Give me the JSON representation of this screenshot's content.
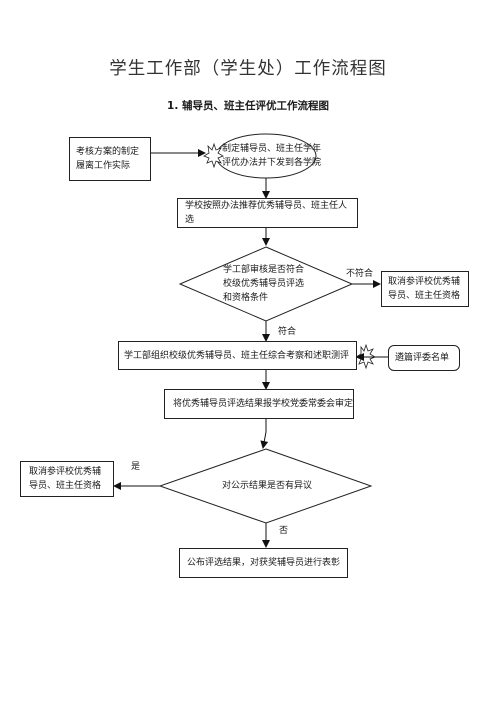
{
  "title": "学生工作部（学生处）工作流程图",
  "subtitle": "1.  辅导员、班主任评优工作流程图",
  "nodes": {
    "assess_plan": "考核方案的制定\n履离工作实际",
    "draft_method": "制定辅导员、班主任学年\n评优办法并下发到各学院",
    "school_recommend": "学校按照办法推荐优秀辅导员、班主任人选",
    "review_diamond": "学工部审核是否符合\n校级优秀辅导员评选\n和资格条件",
    "cancel_qual_1": "取消参评校优秀辅\n导员、班主任资格",
    "organize_eval": "学工部组织校级优秀辅导员、班主任综合考察和述职测评",
    "select_committee": "遴篇评委名单",
    "report_committee": "将优秀辅导员评选结果报学校党委常委会审定",
    "publicity_diamond": "对公示结果是否有异议",
    "cancel_qual_2": "取消参评校优秀辅\n导员、班主任资格",
    "publish": "公布评选结果，对获奖辅导员进行表彰"
  },
  "edge_labels": {
    "not_meet": "不符合",
    "meet": "符合",
    "yes": "是",
    "no": "否"
  }
}
